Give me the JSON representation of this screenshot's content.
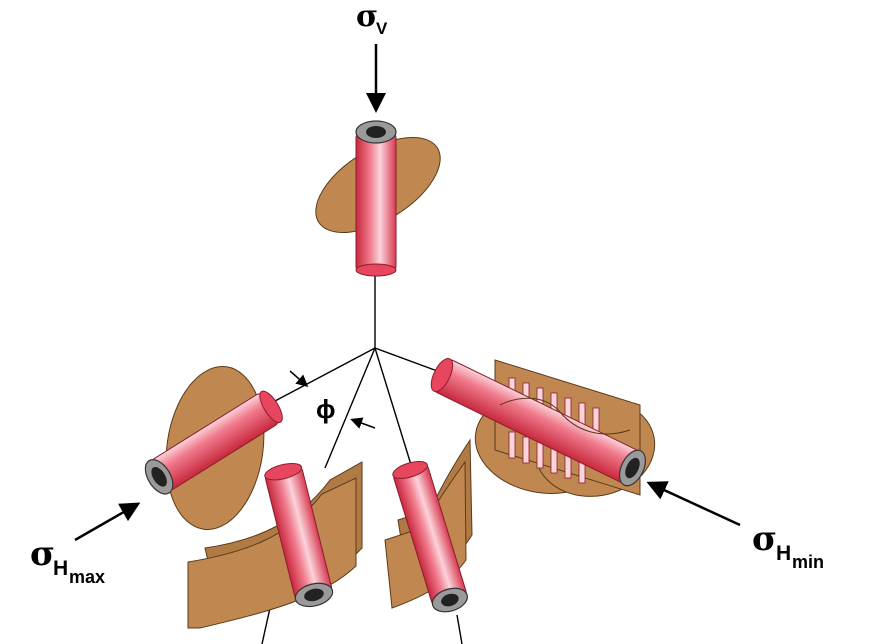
{
  "diagram": {
    "labels": {
      "sigma_v": {
        "symbol": "σ",
        "subscript": "V"
      },
      "sigma_h_max": {
        "symbol": "σ",
        "subscript": "H",
        "subsubscript": "max"
      },
      "sigma_h_min": {
        "symbol": "σ",
        "subscript": "H",
        "subsubscript": "min"
      },
      "phi": "ϕ"
    },
    "colors": {
      "fracture": "#C08850",
      "borehole": "#E8465E",
      "borehole_highlight": "#FBD3DA",
      "bore_rim": "#888888",
      "bore_hole": "#222222",
      "line": "#000000"
    }
  }
}
